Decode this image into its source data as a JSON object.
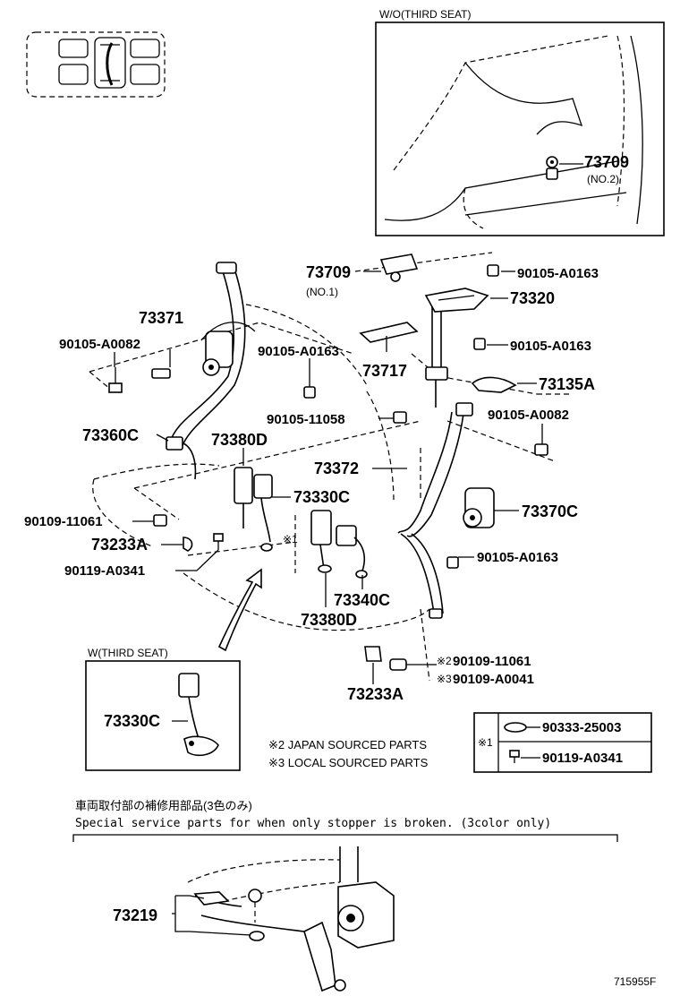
{
  "insets": {
    "wo_third_seat": {
      "title": "W/O(THIRD SEAT)",
      "part": "73709",
      "sub": "(NO.2)"
    },
    "w_third_seat": {
      "title": "W(THIRD SEAT)",
      "part": "73330C"
    }
  },
  "labels": {
    "p73709": "73709",
    "p73709_sub": "(NO.1)",
    "p90105_A0163_a": "90105-A0163",
    "p73320": "73320",
    "p90105_A0163_b": "90105-A0163",
    "p73371": "73371",
    "p90105_A0082_a": "90105-A0082",
    "p90105_A0163_c": "90105-A0163",
    "p73717": "73717",
    "p73135A": "73135A",
    "p90105_11058": "90105-11058",
    "p90105_A0082_b": "90105-A0082",
    "p73360C": "73360C",
    "p73380D_a": "73380D",
    "p73372": "73372",
    "p73330C": "73330C",
    "p73370C": "73370C",
    "p90109_11061_a": "90109-11061",
    "p73233A_a": "73233A",
    "p90119_A0341_a": "90119-A0341",
    "mark1_a": "※1",
    "p90105_A0163_d": "90105-A0163",
    "p73340C": "73340C",
    "p73380D_b": "73380D",
    "p90109_11061_b": "90109-11061",
    "p90109_A0041": "90109-A0041",
    "mark2": "※2",
    "mark3": "※3",
    "p73233A_b": "73233A",
    "p73219": "73219"
  },
  "notes": {
    "japan": "※2 JAPAN SOURCED PARTS",
    "local": "※3 LOCAL SOURCED PARTS"
  },
  "table": {
    "mark": "※1",
    "rows": [
      "90333-25003",
      "90119-A0341"
    ]
  },
  "service": {
    "jp": "車両取付部の補修用部品(3色のみ)",
    "en": "Special service parts for when only stopper is broken. (3color only)"
  },
  "figure_code": "715955F"
}
